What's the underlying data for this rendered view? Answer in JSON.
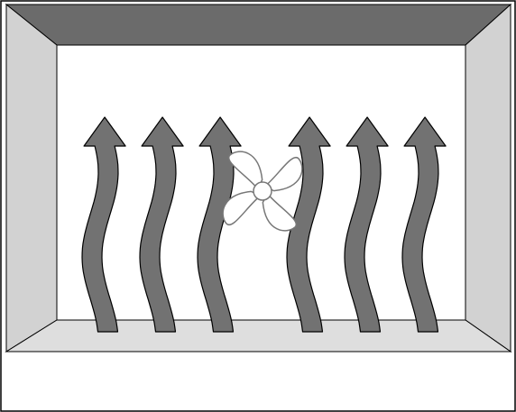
{
  "figure": {
    "subject": "oven-cavity-convection",
    "colors": {
      "background": "#ffffff",
      "outline": "#000000",
      "ceiling": "#6b6b6b",
      "side_walls": "#d2d2d2",
      "floor": "#dedede",
      "back_wall": "#ffffff",
      "heat_arrow": "#727272",
      "fan": "#ffffff",
      "fan_outline": "#777777"
    },
    "heat_arrows": [
      {
        "name": "heat-arrow-1",
        "wave_phase": 0
      },
      {
        "name": "heat-arrow-2",
        "wave_phase": 0
      },
      {
        "name": "heat-arrow-3",
        "wave_phase": 0
      },
      {
        "name": "heat-arrow-4",
        "wave_phase": 0
      },
      {
        "name": "heat-arrow-5",
        "wave_phase": 0
      },
      {
        "name": "heat-arrow-6",
        "wave_phase": 0
      }
    ],
    "fan": {
      "name": "convection-fan",
      "blades": 4,
      "icon": "fan-icon"
    }
  }
}
